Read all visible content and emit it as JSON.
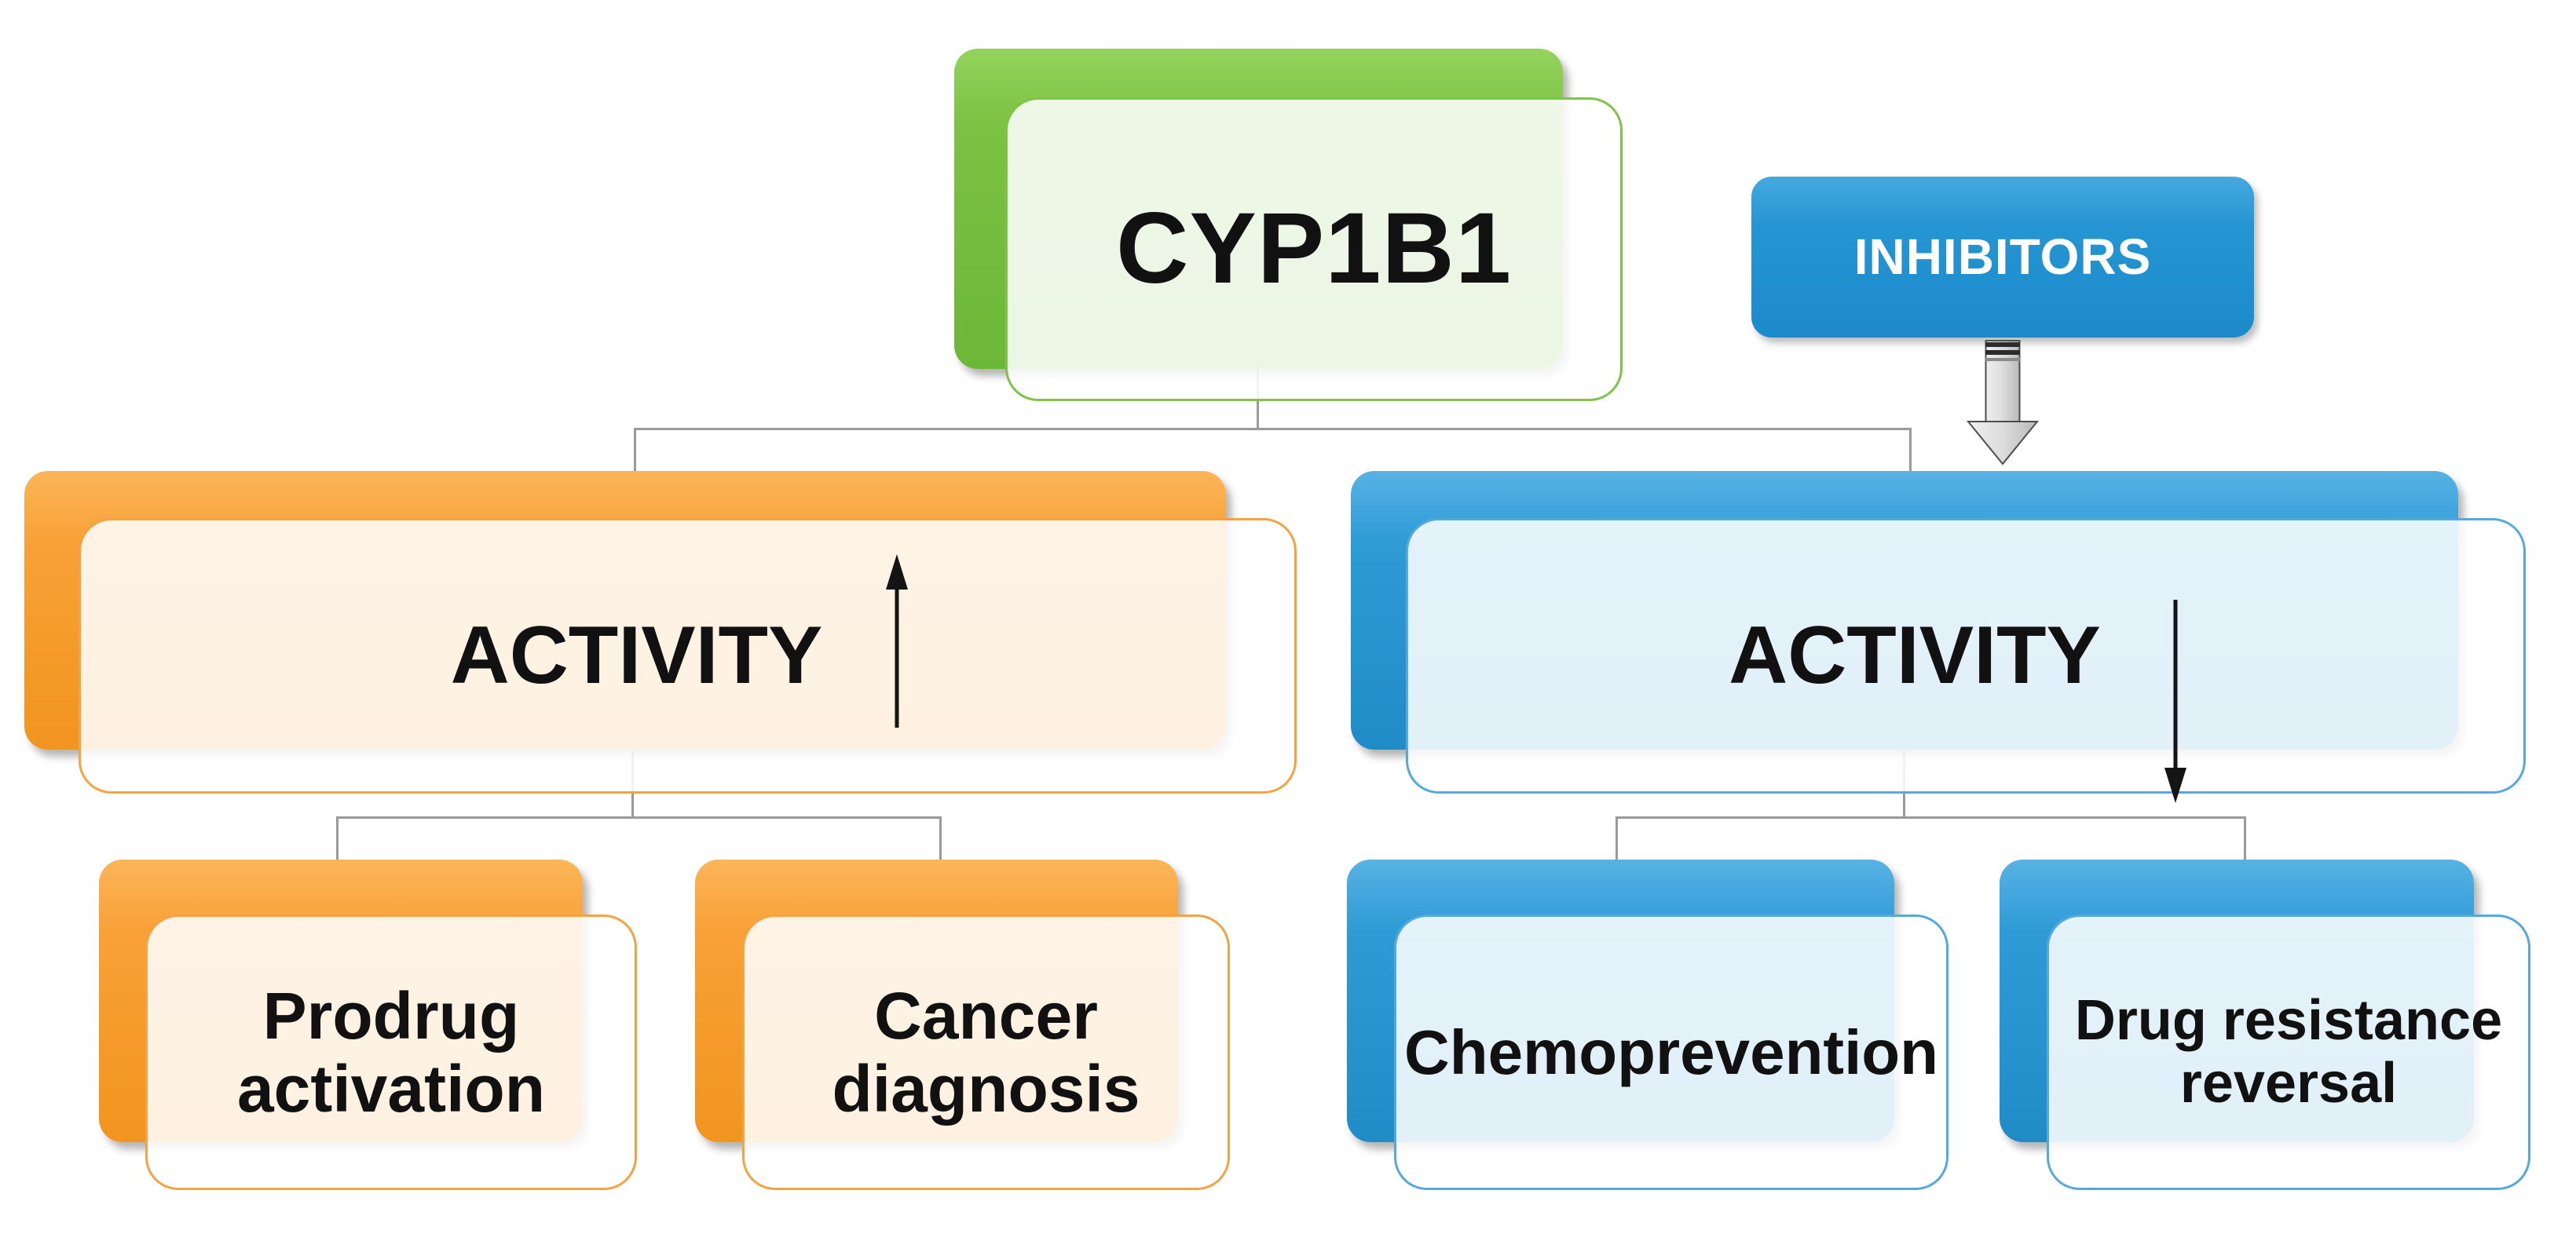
{
  "nodes": {
    "cyp1b1": {
      "label": "CYP1B1",
      "color": "#7CC243"
    },
    "inhibitors": {
      "label": "INHIBITORS",
      "color": "#2E9BD6"
    },
    "activity_up": {
      "label": "ACTIVITY",
      "direction": "up",
      "color": "#F8A137"
    },
    "activity_down": {
      "label": "ACTIVITY",
      "direction": "down",
      "color": "#2E9BD6"
    },
    "prodrug": {
      "line1": "Prodrug",
      "line2": "activation",
      "color": "#F8A137"
    },
    "cancer": {
      "line1": "Cancer",
      "line2": "diagnosis",
      "color": "#F8A137"
    },
    "chemoprevention": {
      "line1": "Chemoprevention",
      "color": "#2E9BD6"
    },
    "drug_resistance": {
      "line1": "Drug resistance",
      "line2": "reversal",
      "color": "#2E9BD6"
    }
  },
  "edges": [
    "cyp1b1->activity_up",
    "cyp1b1->activity_down",
    "inhibitors->activity_down",
    "activity_up->prodrug",
    "activity_up->cancer",
    "activity_down->chemoprevention",
    "activity_down->drug_resistance"
  ],
  "icons": {
    "up_arrow": "thin black arrow pointing up (increased activity)",
    "down_arrow": "thin black arrow pointing down (decreased activity)",
    "block_arrow": "gray striped block arrow pointing down from inhibitors"
  },
  "colors": {
    "green": "#7CC243",
    "orange": "#F8A137",
    "blue": "#2E9BD6",
    "connector": "#9A9A9A",
    "block_arrow_fill": "#D9D9D9",
    "block_arrow_stroke": "#4D4D4D",
    "text": "#111111",
    "background": "#FFFFFF"
  }
}
